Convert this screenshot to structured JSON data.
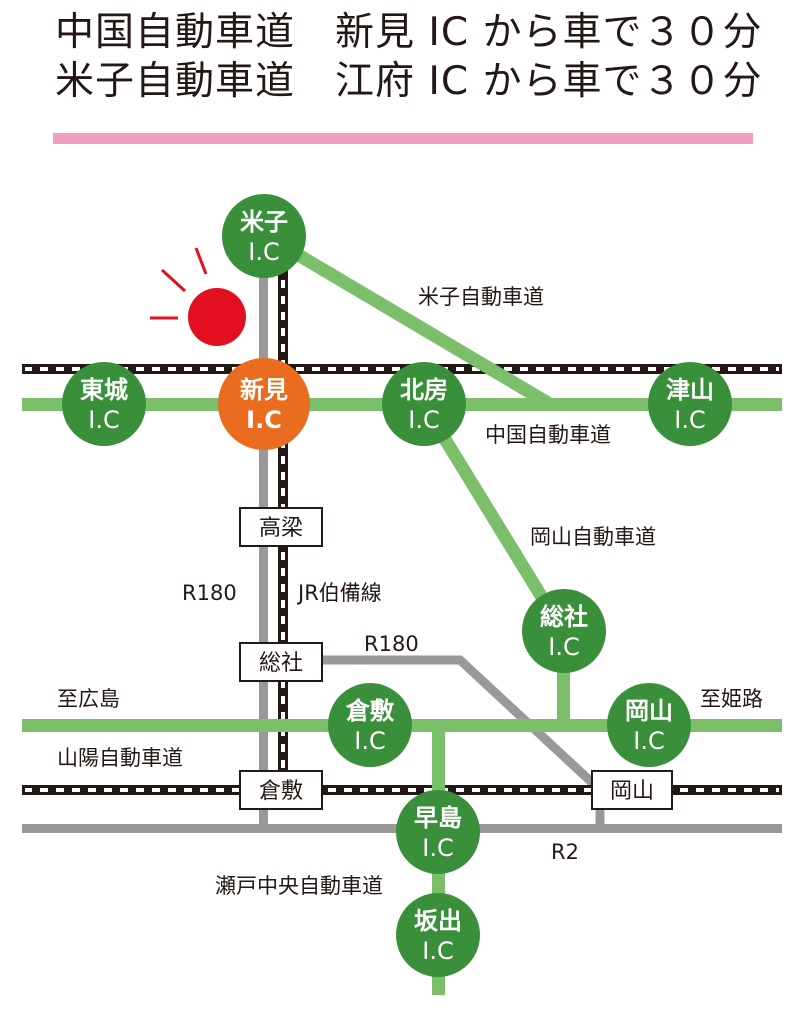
{
  "header": {
    "line1": "中国自動車道　新見 IC から車で３０分",
    "line2": "米子自動車道　江府 IC から車で３０分"
  },
  "colors": {
    "expressway": "#7cbf6b",
    "ic_circle": "#3a8f3b",
    "current_ic": "#ea6c1f",
    "road": "#999999",
    "marker": "#e10f20",
    "divider": "#f19ec2"
  },
  "interchanges": {
    "yonago": {
      "name": "米子",
      "sub": "I.C"
    },
    "tojo": {
      "name": "東城",
      "sub": "I.C"
    },
    "niimi": {
      "name": "新見",
      "sub": "I.C"
    },
    "hokubo": {
      "name": "北房",
      "sub": "I.C"
    },
    "tsuyama": {
      "name": "津山",
      "sub": "I.C"
    },
    "soja": {
      "name": "総社",
      "sub": "I.C"
    },
    "kurashiki": {
      "name": "倉敷",
      "sub": "I.C"
    },
    "okayama": {
      "name": "岡山",
      "sub": "I.C"
    },
    "hayashima": {
      "name": "早島",
      "sub": "I.C"
    },
    "sakaide": {
      "name": "坂出",
      "sub": "I.C"
    }
  },
  "stations": {
    "takahashi": "高梁",
    "soja": "総社",
    "kurashiki": "倉敷",
    "okayama": "岡山"
  },
  "labels": {
    "yonago_expressway": "米子自動車道",
    "chugoku_expressway": "中国自動車道",
    "okayama_expressway": "岡山自動車道",
    "r180_left": "R180",
    "jr_hakubi_line": "JR伯備線",
    "r180_right": "R180",
    "to_hiroshima": "至広島",
    "to_himeji": "至姫路",
    "sanyo_expressway": "山陽自動車道",
    "r2": "R2",
    "seto_chuo_expressway": "瀬戸中央自動車道"
  }
}
